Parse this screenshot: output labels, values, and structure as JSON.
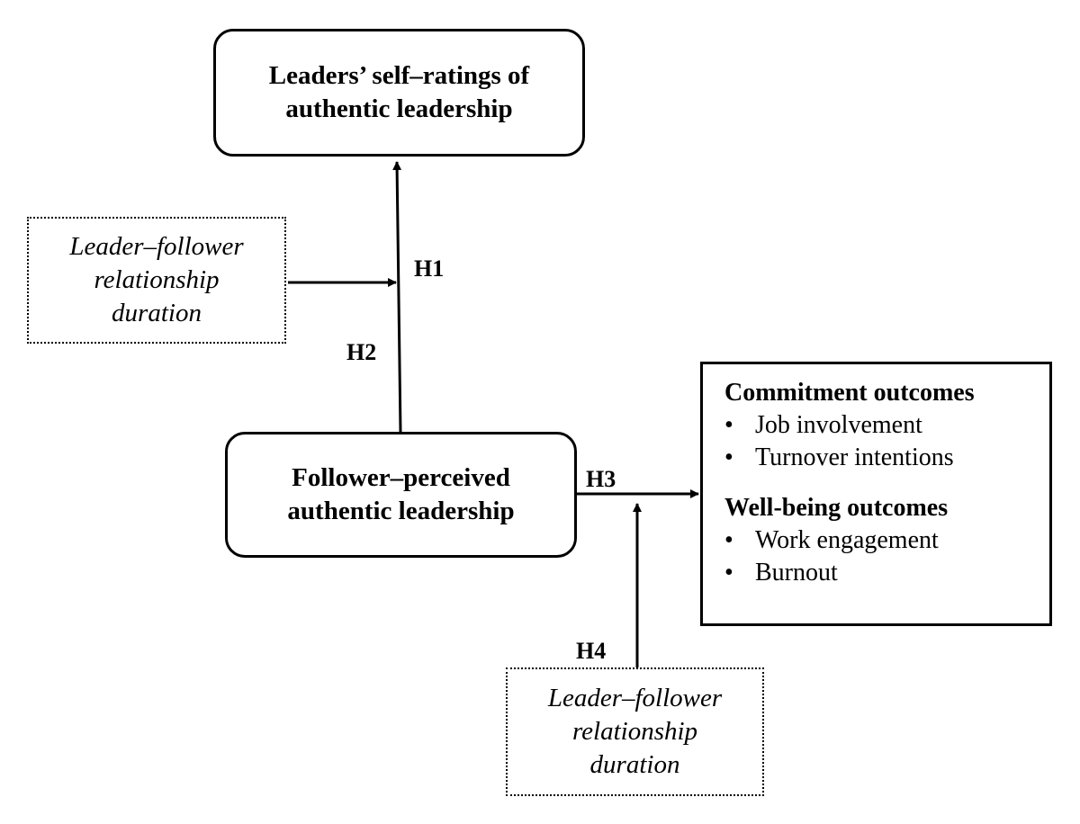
{
  "nodes": {
    "leaders_self_ratings": {
      "line1": "Leaders’ self–ratings of",
      "line2": "authentic leadership"
    },
    "follower_perceived": {
      "line1": "Follower–perceived",
      "line2": "authentic leadership"
    },
    "moderator_top": {
      "line1": "Leader–follower",
      "line2": "relationship",
      "line3": "duration"
    },
    "moderator_bottom": {
      "line1": "Leader–follower",
      "line2": "relationship",
      "line3": "duration"
    },
    "outcomes": {
      "commitment": {
        "title": "Commitment outcomes",
        "items": [
          "Job involvement",
          "Turnover intentions"
        ]
      },
      "wellbeing": {
        "title": "Well-being outcomes",
        "items": [
          "Work engagement",
          "Burnout"
        ]
      },
      "bullet": "•"
    }
  },
  "hypotheses": {
    "h1": "H1",
    "h2": "H2",
    "h3": "H3",
    "h4": "H4"
  }
}
